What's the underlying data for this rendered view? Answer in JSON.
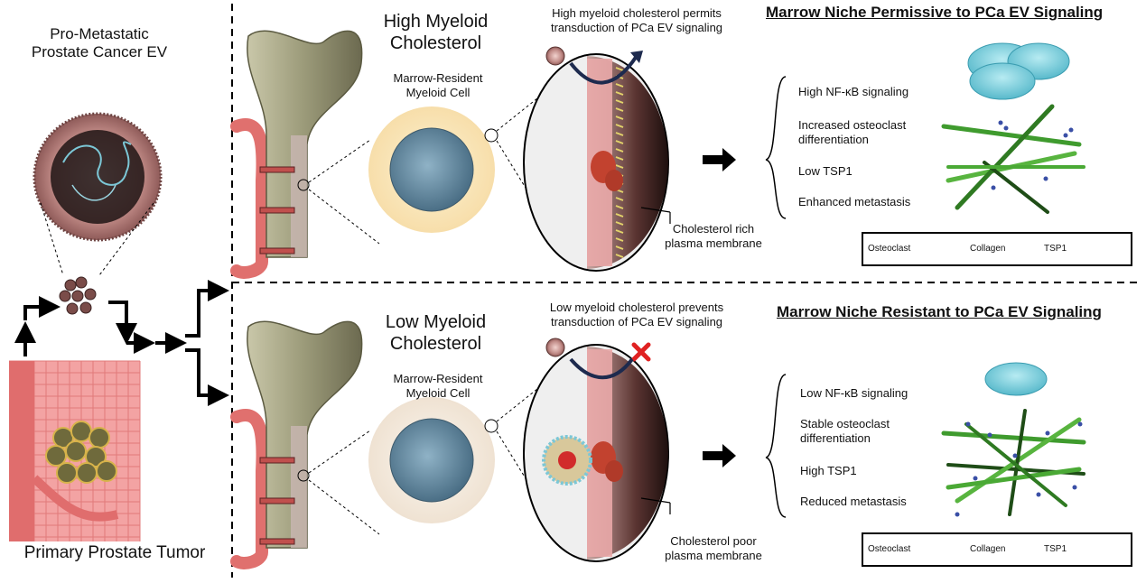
{
  "left": {
    "ev_title": "Pro-Metastatic\nProstate Cancer EV",
    "tumor_title": "Primary Prostate Tumor"
  },
  "top_panel": {
    "condition": "High Myeloid\nCholesterol",
    "cell_label": "Marrow-Resident\nMyeloid Cell",
    "membrane_caption": "High myeloid cholesterol permits\ntransduction of PCa EV signaling",
    "membrane_label": "Cholesterol rich\nplasma membrane",
    "niche_heading": "Marrow Niche Permissive to PCa EV Signaling",
    "effects": [
      "High NF-κB signaling",
      "Increased osteoclast differentiation",
      "Low TSP1",
      "Enhanced metastasis"
    ]
  },
  "bottom_panel": {
    "condition": "Low Myeloid\nCholesterol",
    "cell_label": "Marrow-Resident\nMyeloid Cell",
    "membrane_caption": "Low myeloid cholesterol prevents\ntransduction of PCa EV signaling",
    "membrane_label": "Cholesterol poor\nplasma membrane",
    "niche_heading": "Marrow Niche Resistant to PCa EV Signaling",
    "effects": [
      "Low NF-κB signaling",
      "Stable osteoclast differentiation",
      "High TSP1",
      "Reduced metastasis"
    ]
  },
  "legend": {
    "osteoclast": "Osteoclast",
    "collagen": "Collagen",
    "tsp1": "TSP1"
  },
  "colors": {
    "membrane_pink": "#e9a8a8",
    "cholesterol_rich_glow": "#fbe7b5",
    "cholesterol_poor_glow": "#f6ece1",
    "cell_blue": "#6f93a8",
    "bone": "#aaa987",
    "vessel": "#e0706e",
    "collagen_green": "#3f9b2e",
    "osteoclast_blue": "#7ccfdc",
    "block_red": "#e02222"
  }
}
